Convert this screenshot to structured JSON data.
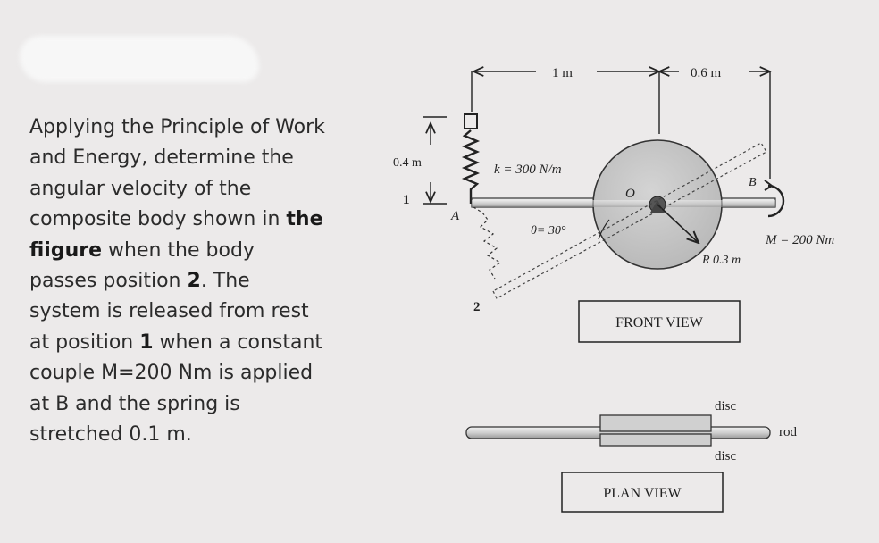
{
  "problem": {
    "line1": "Applying the Principle of Work",
    "line2": "and Energy, determine the",
    "line3": "angular velocity of the",
    "line4_pre": "composite body shown in ",
    "line4_bold": "the",
    "line5_bold": "fiigure",
    "line5_post": " when the body",
    "line6_pre": "passes position ",
    "line6_bold": "2",
    "line6_post": ".  The",
    "line7": "system is released from rest",
    "line8_pre": "at position ",
    "line8_bold": "1",
    "line8_post": " when a constant",
    "line9": "couple M=200 Nm is applied",
    "line10": "at B and the spring is",
    "line11": "stretched 0.1 m."
  },
  "figure": {
    "dim_1m": "1 m",
    "dim_06m": "0.6 m",
    "dim_04m": "0.4 m",
    "spring_k": "k = 300 N/m",
    "point_O": "O",
    "point_A": "A",
    "point_B": "B",
    "pos_1": "1",
    "pos_2": "2",
    "theta": "θ= 30°",
    "moment": "M = 200 Nm",
    "radius": "R 0.3 m",
    "front_view": "FRONT VIEW",
    "plan_disc_top": "disc",
    "plan_disc_bottom": "disc",
    "plan_rod": "rod",
    "plan_view": "PLAN VIEW"
  }
}
